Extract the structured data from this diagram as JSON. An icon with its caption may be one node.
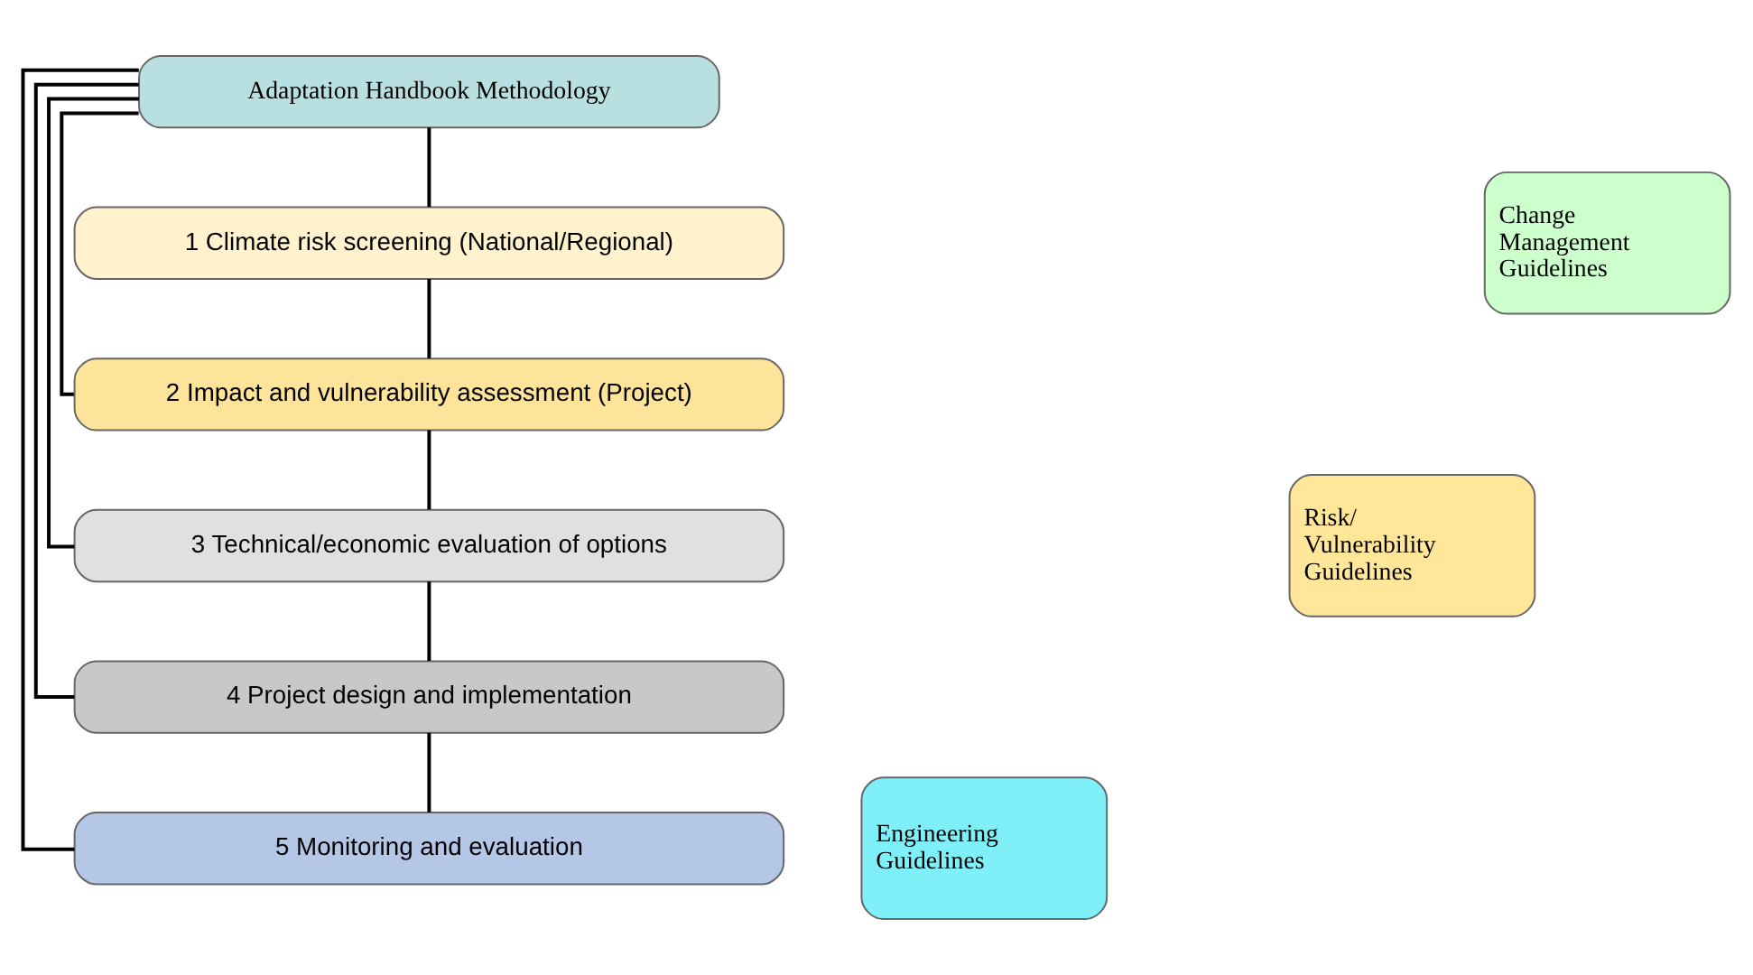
{
  "diagram": {
    "nodes": [
      {
        "text": [
          "Adaptation Handbook Methodology"
        ]
      },
      {
        "text": [
          "1 Climate risk screening (National/Regional)"
        ]
      },
      {
        "text": [
          "2 Impact and vulnerability assessment (Project)"
        ]
      },
      {
        "text": [
          "3 Technical/economic evaluation of options"
        ]
      },
      {
        "text": [
          "4 Project design and implementation"
        ]
      },
      {
        "text": [
          "5 Monitoring and evaluation"
        ]
      },
      {
        "text": [
          "Change Management Guidelines"
        ]
      },
      {
        "text": [
          "Risk/ Vulnerability Guidelines"
        ]
      },
      {
        "text": [
          "Engineering Guidelines"
        ]
      }
    ],
    "edges": [
      {
        "from": 0,
        "to": 1,
        "arrow": "none"
      },
      {
        "from": 0,
        "to": 2,
        "arrow": "none"
      },
      {
        "from": 0,
        "to": 3,
        "arrow": "none"
      },
      {
        "from": 0,
        "to": 4,
        "arrow": "none"
      },
      {
        "from": 0,
        "to": 5,
        "arrow": "none"
      },
      {
        "from": 1,
        "to": 2,
        "arrow": "none"
      },
      {
        "from": 2,
        "to": 3,
        "arrow": "none"
      },
      {
        "from": 3,
        "to": 4,
        "arrow": "none"
      },
      {
        "from": 4,
        "to": 5,
        "arrow": "none"
      }
    ]
  }
}
